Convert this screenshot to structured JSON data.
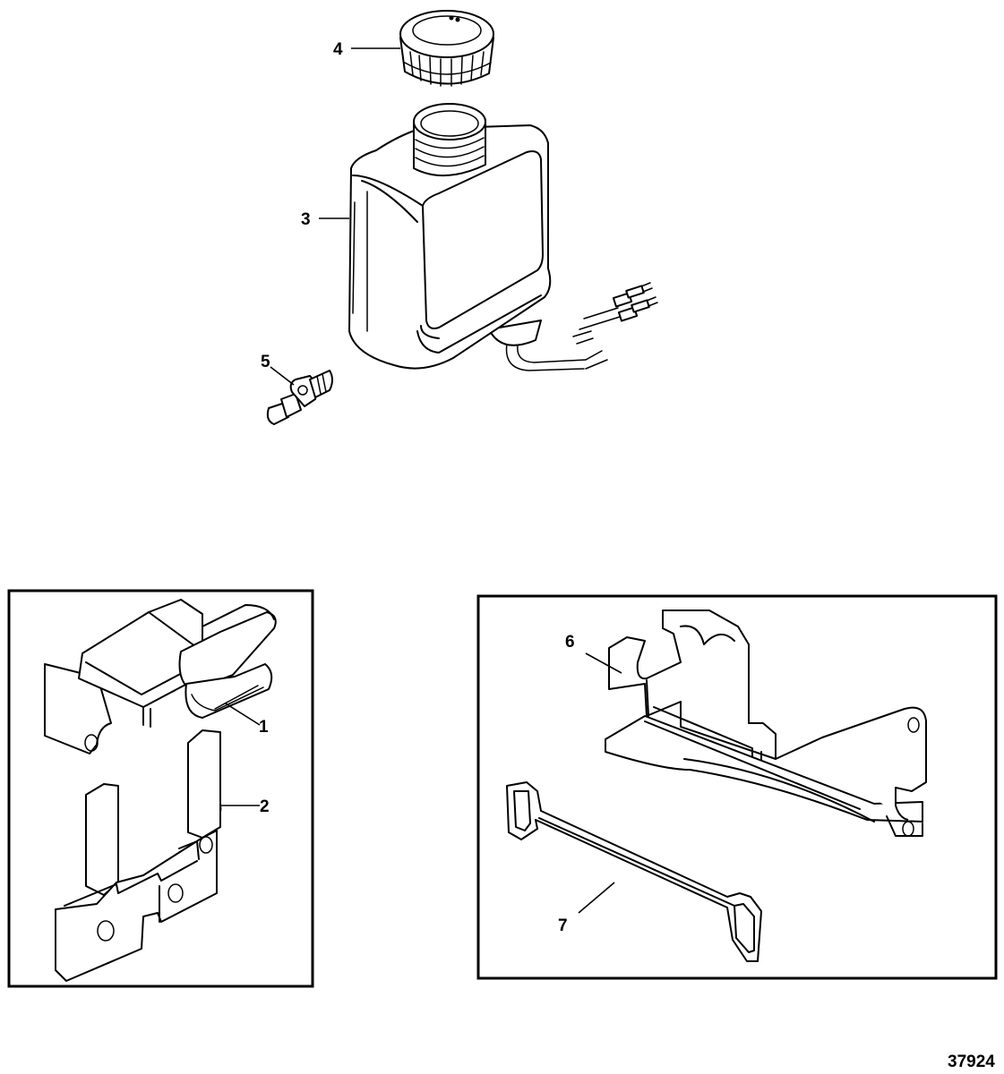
{
  "callouts": {
    "clip": "1",
    "bracket": "2",
    "reservoir": "3",
    "cap": "4",
    "fitting": "5",
    "mount_bracket": "6",
    "strap": "7"
  },
  "document_number": "37924"
}
